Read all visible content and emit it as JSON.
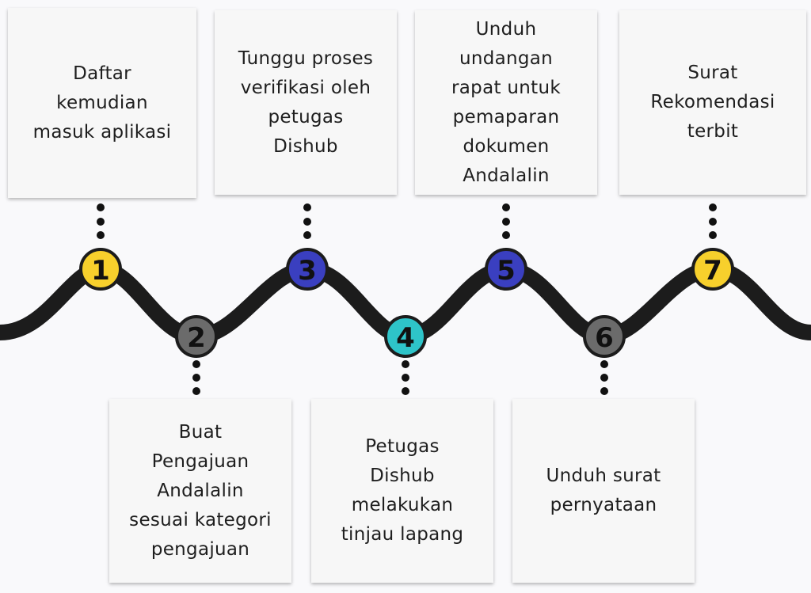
{
  "steps": [
    {
      "number": "1",
      "text": "Daftar\nkemudian\nmasuk aplikasi",
      "color": "#f7d02c"
    },
    {
      "number": "2",
      "text": "Buat\nPengajuan\nAndalalin\nsesuai kategori\npengajuan",
      "color": "#6b6b6b"
    },
    {
      "number": "3",
      "text": "Tunggu proses\nverifikasi oleh\npetugas\nDishub",
      "color": "#3a3fc0"
    },
    {
      "number": "4",
      "text": "Petugas\nDishub\nmelakukan\ntinjau lapang",
      "color": "#2ec4c9"
    },
    {
      "number": "5",
      "text": "Unduh\nundangan\nrapat untuk\npemaparan\ndokumen\nAndalalin",
      "color": "#3a3fc0"
    },
    {
      "number": "6",
      "text": "Unduh surat\npernyataan",
      "color": "#6b6b6b"
    },
    {
      "number": "7",
      "text": "Surat\nRekomendasi\nterbit",
      "color": "#f7d02c"
    }
  ]
}
